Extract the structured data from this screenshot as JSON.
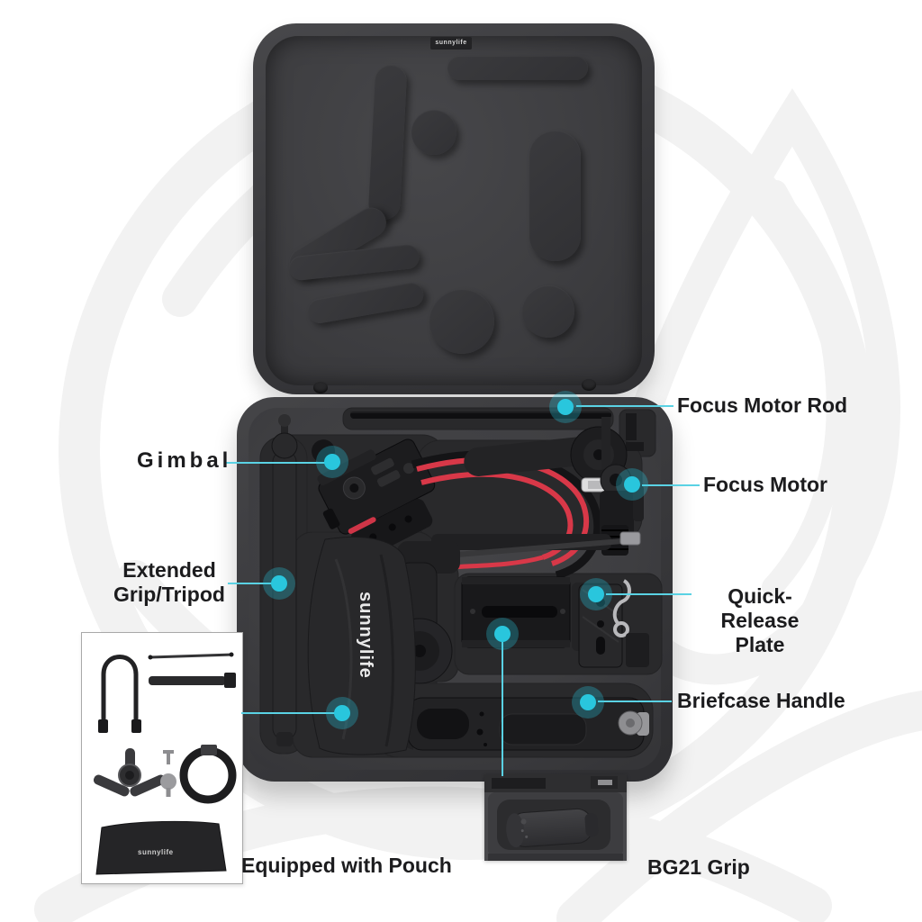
{
  "branding": {
    "case_label": "sunnylife",
    "pouch_label": "sunnylife",
    "accessory_pouch_label": "sunnylife"
  },
  "callouts": {
    "focus_motor_rod": {
      "label": "Focus Motor Rod"
    },
    "gimbal": {
      "label": "Gimbal"
    },
    "focus_motor": {
      "label": "Focus Motor"
    },
    "extended_grip": {
      "line1": "Extended",
      "line2": "Grip/Tripod"
    },
    "quick_release_plate": {
      "line1": "Quick-Release",
      "line2": "Plate"
    },
    "briefcase_handle": {
      "label": "Briefcase Handle"
    },
    "equipped_with_pouch": {
      "label": "Equipped with Pouch"
    },
    "bg21_grip": {
      "label": "BG21 Grip"
    }
  },
  "colors": {
    "background": "#ffffff",
    "accent_dot": "#29c6dd",
    "leader_line": "#5ad2e4",
    "label_text": "#1c1c1e",
    "watermark": "#f2f2f2",
    "case_shell": "#3a3a3d",
    "case_foam": "#424245",
    "foam_recess": "#29292b",
    "cable_red": "#d83848"
  }
}
